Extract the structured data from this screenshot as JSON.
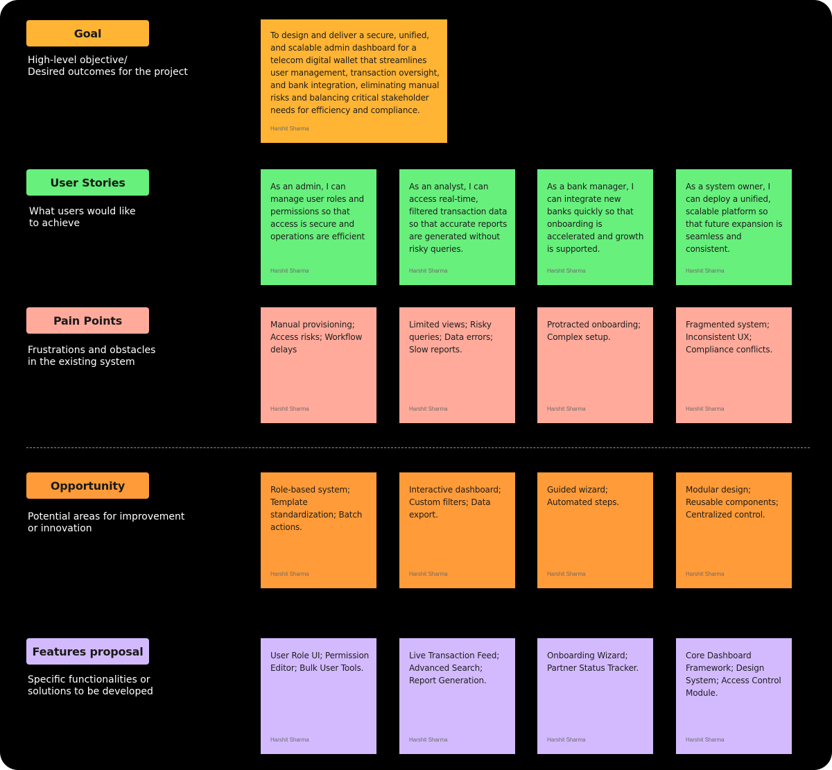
{
  "colors": {
    "background": "#000000",
    "goal": "#ffb433",
    "user_stories": "#67f07c",
    "pain_points": "#ffaa9b",
    "opportunity": "#ff9b38",
    "features": "#d3baff"
  },
  "sections": {
    "goal": {
      "label": "Goal",
      "description": "High-level objective/\nDesired outcomes for the project",
      "notes": [
        {
          "text": "To design and deliver a secure, unified, and scalable admin dashboard for a telecom digital wallet that streamlines user management, transaction oversight, and bank integration, eliminating manual risks and balancing critical stakeholder needs for efficiency and compliance.",
          "author": "Harshit Sharma"
        }
      ]
    },
    "user_stories": {
      "label": "User Stories",
      "description": "What users would like\nto achieve",
      "notes": [
        {
          "text": "As an admin, I can manage user roles and permissions so that access is secure and operations are efficient",
          "author": "Harshit Sharma"
        },
        {
          "text": "As an analyst, I can access real-time, filtered transaction data so that accurate reports are generated without risky queries.",
          "author": "Harshit Sharma"
        },
        {
          "text": "As a bank manager, I can integrate new banks quickly so that onboarding is accelerated and growth is supported.",
          "author": "Harshit Sharma"
        },
        {
          "text": "As a system owner, I can deploy a unified, scalable platform so that future expansion is seamless and consistent.",
          "author": "Harshit Sharma"
        }
      ]
    },
    "pain_points": {
      "label": "Pain Points",
      "description": "Frustrations and obstacles\nin the existing system",
      "notes": [
        {
          "text": "Manual provisioning; Access risks; Workflow delays",
          "author": "Harshit Sharma"
        },
        {
          "text": "Limited views; Risky queries; Data errors; Slow reports.",
          "author": "Harshit Sharma"
        },
        {
          "text": "Protracted onboarding; Complex setup.",
          "author": "Harshit Sharma"
        },
        {
          "text": "Fragmented system; Inconsistent UX; Compliance conflicts.",
          "author": "Harshit Sharma"
        }
      ]
    },
    "opportunity": {
      "label": "Opportunity",
      "description": "Potential areas for improvement\nor innovation",
      "notes": [
        {
          "text": "Role-based system; Template standardization; Batch actions.",
          "author": "Harshit Sharma"
        },
        {
          "text": "Interactive dashboard; Custom filters; Data export.",
          "author": "Harshit Sharma"
        },
        {
          "text": "Guided wizard; Automated steps.",
          "author": "Harshit Sharma"
        },
        {
          "text": "Modular design; Reusable components; Centralized control.",
          "author": "Harshit Sharma"
        }
      ]
    },
    "features": {
      "label": "Features proposal",
      "description": "Specific functionalities or\nsolutions to be developed",
      "notes": [
        {
          "text": "User Role UI; Permission Editor; Bulk User Tools.",
          "author": "Harshit Sharma"
        },
        {
          "text": "Live Transaction Feed; Advanced Search; Report Generation.",
          "author": "Harshit Sharma"
        },
        {
          "text": "Onboarding Wizard; Partner Status Tracker.",
          "author": "Harshit Sharma"
        },
        {
          "text": "Core Dashboard Framework; Design System; Access Control Module.",
          "author": "Harshit Sharma"
        }
      ]
    }
  }
}
